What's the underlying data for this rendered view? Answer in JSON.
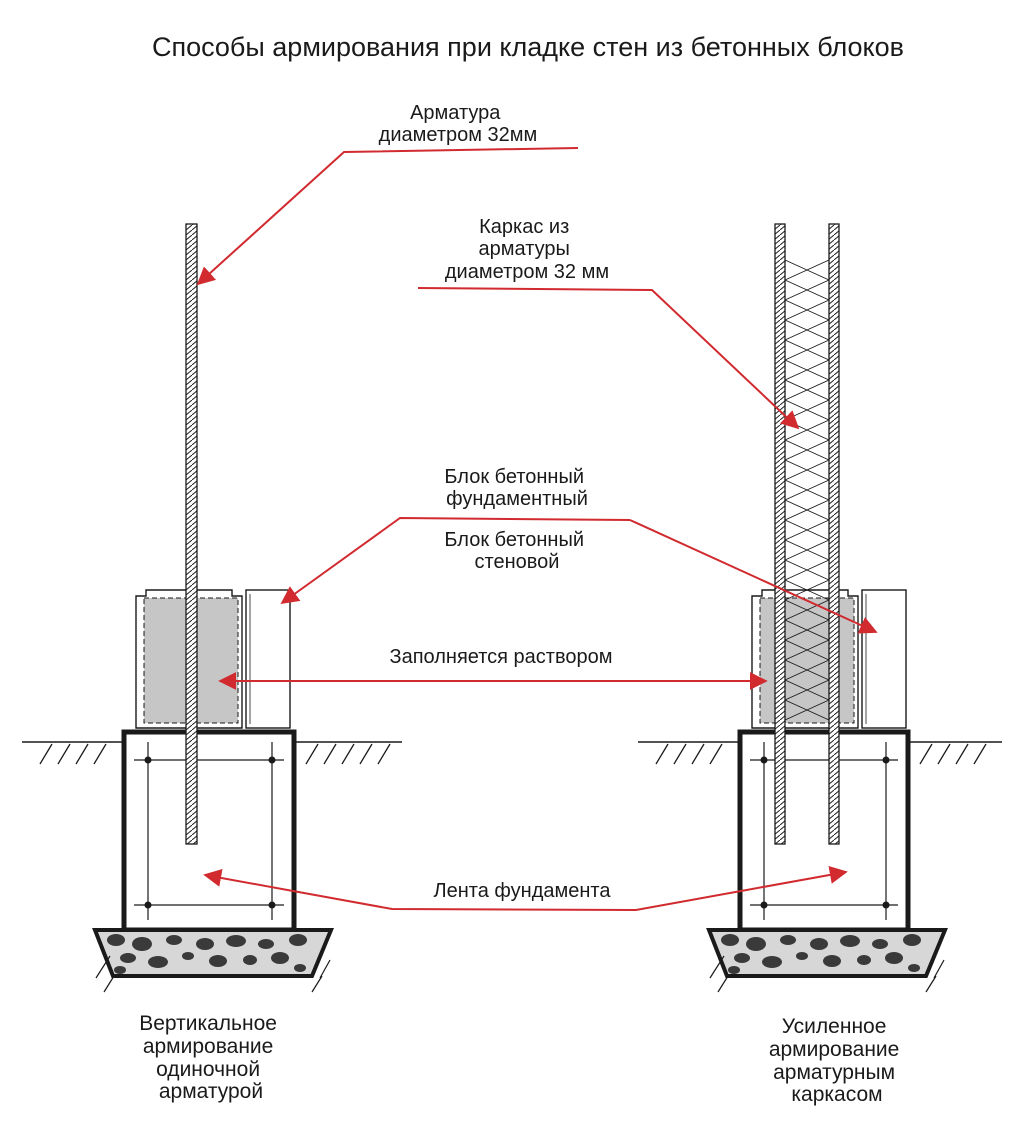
{
  "title": "Способы армирования при кладке стен из бетонных блоков",
  "labels": {
    "rebar_single": [
      "Арматура",
      "диаметром 32мм"
    ],
    "rebar_frame": [
      "Каркас из",
      "арматуры",
      "диаметром 32 мм"
    ],
    "block_foundation": [
      "Блок бетонный",
      "фундаментный"
    ],
    "block_wall": [
      "Блок бетонный",
      "стеновой"
    ],
    "mortar_fill": "Заполняется раствором",
    "foundation_strip": "Лента фундамента"
  },
  "captions": {
    "left": [
      "Вертикальное",
      "армирование",
      "одиночной",
      "арматурой"
    ],
    "right": [
      "Усиленное",
      "армирование",
      "арматурным",
      "каркасом"
    ]
  },
  "colors": {
    "leader": "#d12a2f",
    "ink": "#1a1a1a",
    "fill": "#c6c6c6",
    "gravel": "#d7d7d7"
  }
}
